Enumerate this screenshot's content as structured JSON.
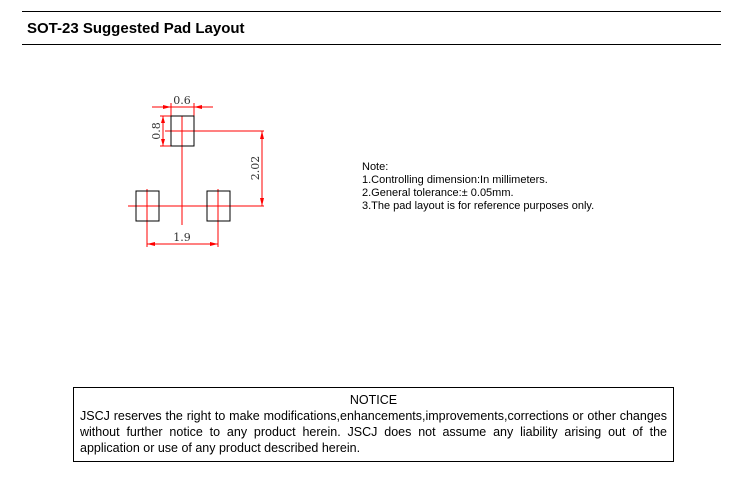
{
  "header": {
    "title": "SOT-23 Suggested Pad Layout"
  },
  "drawing": {
    "dim_width": "0.6",
    "dim_height": "0.8",
    "dim_vertical": "2.02",
    "dim_pitch": "1.9",
    "line_color": "#ff0000"
  },
  "notes": {
    "heading": "Note:",
    "items": [
      "1.Controlling dimension:In  millimeters.",
      "2.General tolerance:± 0.05mm.",
      "3.The pad layout is for reference purposes only."
    ]
  },
  "notice": {
    "heading": "NOTICE",
    "body": "JSCJ reserves the right to make modifications,enhancements,improvements,corrections or other changes without further notice to any product herein. JSCJ does not assume any liability arising out of the application or use of any product described herein."
  }
}
